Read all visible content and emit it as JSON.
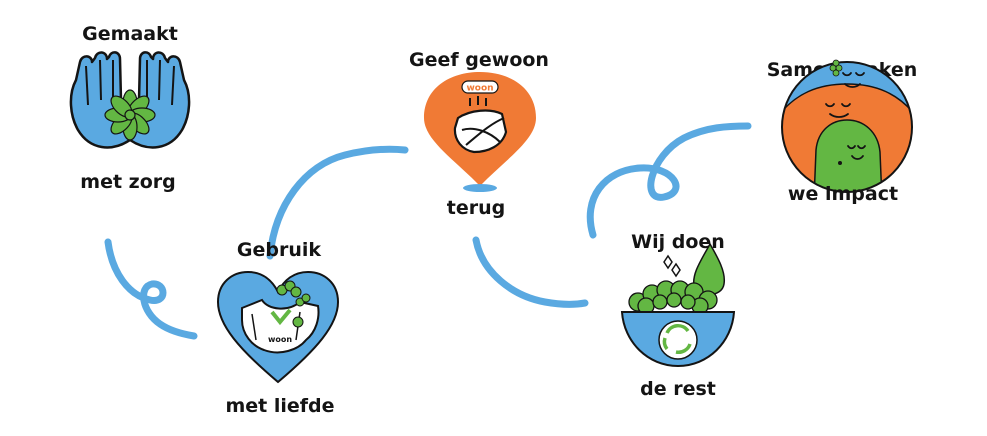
{
  "steps": [
    {
      "id": "made",
      "top": "Gemaakt",
      "bottom": "met zorg",
      "icon": "hands-flower-icon"
    },
    {
      "id": "use",
      "top": "Gebruik",
      "bottom": "met liefde",
      "icon": "heart-diaper-icon"
    },
    {
      "id": "give",
      "top": "Geef gewoon",
      "bottom": "terug",
      "icon": "pin-bundle-icon"
    },
    {
      "id": "rest",
      "top": "Wij doen",
      "bottom": "de rest",
      "icon": "compost-bowl-icon"
    },
    {
      "id": "impact",
      "top": "Samen maken",
      "bottom": "we impact",
      "icon": "circle-faces-icon"
    }
  ],
  "brand_text": "woon",
  "colors": {
    "blue": "#5aa9e1",
    "orange": "#f07a35",
    "green": "#63b743",
    "dark": "#141414"
  }
}
